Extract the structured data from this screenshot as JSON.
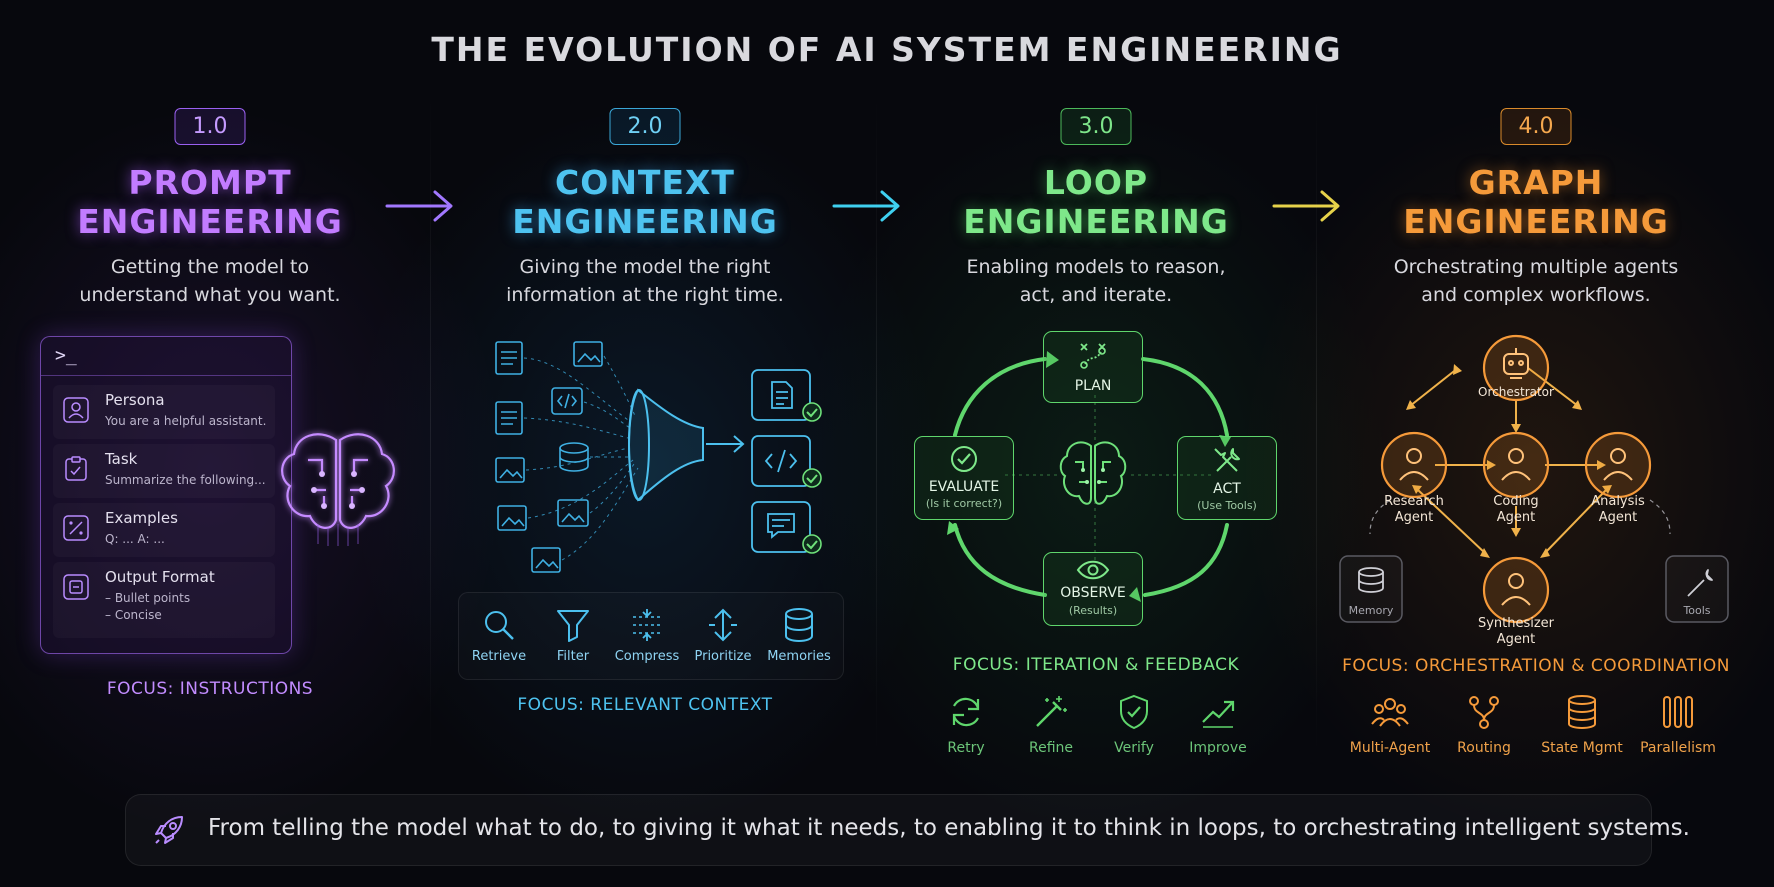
{
  "title": "THE EVOLUTION OF AI SYSTEM ENGINEERING",
  "colors": {
    "purple": "#b477ff",
    "blue": "#4ec3f0",
    "green": "#6ee07a",
    "orange": "#f59a3a"
  },
  "panels": [
    {
      "version": "1.0",
      "name_line1": "PROMPT",
      "name_line2": "ENGINEERING",
      "desc_line1": "Getting the model to",
      "desc_line2": "understand what you want.",
      "focus": "FOCUS: INSTRUCTIONS",
      "terminal_prompt": ">_",
      "rows": [
        {
          "icon": "user-icon",
          "title": "Persona",
          "sub1": "You are a helpful assistant.",
          "sub2": ""
        },
        {
          "icon": "clipboard-icon",
          "title": "Task",
          "sub1": "Summarize the following...",
          "sub2": ""
        },
        {
          "icon": "examples-icon",
          "title": "Examples",
          "sub1": "Q: ...    A: ...",
          "sub2": ""
        },
        {
          "icon": "format-icon",
          "title": "Output Format",
          "sub1": "– Bullet points",
          "sub2": "– Concise"
        }
      ]
    },
    {
      "version": "2.0",
      "name_line1": "CONTEXT",
      "name_line2": "ENGINEERING",
      "desc_line1": "Giving the model the right",
      "desc_line2": "information at the right time.",
      "focus": "FOCUS: RELEVANT CONTEXT",
      "tools": [
        {
          "icon": "search-icon",
          "label": "Retrieve"
        },
        {
          "icon": "filter-icon",
          "label": "Filter"
        },
        {
          "icon": "compress-icon",
          "label": "Compress"
        },
        {
          "icon": "prioritize-icon",
          "label": "Prioritize"
        },
        {
          "icon": "database-icon",
          "label": "Memories"
        }
      ]
    },
    {
      "version": "3.0",
      "name_line1": "LOOP",
      "name_line2": "ENGINEERING",
      "desc_line1": "Enabling models to reason,",
      "desc_line2": "act, and iterate.",
      "focus": "FOCUS: ITERATION & FEEDBACK",
      "loop": {
        "plan": "PLAN",
        "act": "ACT",
        "act_sub": "(Use Tools)",
        "observe": "OBSERVE",
        "observe_sub": "(Results)",
        "evaluate": "EVALUATE",
        "evaluate_sub": "(Is it correct?)"
      },
      "tools": [
        {
          "icon": "retry-icon",
          "label": "Retry"
        },
        {
          "icon": "magic-wand-icon",
          "label": "Refine"
        },
        {
          "icon": "shield-check-icon",
          "label": "Verify"
        },
        {
          "icon": "trend-up-icon",
          "label": "Improve"
        }
      ]
    },
    {
      "version": "4.0",
      "name_line1": "GRAPH",
      "name_line2": "ENGINEERING",
      "desc_line1": "Orchestrating multiple agents",
      "desc_line2": "and complex workflows.",
      "focus": "FOCUS: ORCHESTRATION & COORDINATION",
      "graph": {
        "orchestrator": "Orchestrator",
        "research_1": "Research",
        "research_2": "Agent",
        "coding_1": "Coding",
        "coding_2": "Agent",
        "analysis_1": "Analysis",
        "analysis_2": "Agent",
        "synth_1": "Synthesizer",
        "synth_2": "Agent",
        "memory": "Memory",
        "tools": "Tools"
      },
      "tools": [
        {
          "icon": "multi-agent-icon",
          "label": "Multi-Agent"
        },
        {
          "icon": "routing-icon",
          "label": "Routing"
        },
        {
          "icon": "database-icon",
          "label": "State Mgmt"
        },
        {
          "icon": "parallel-icon",
          "label": "Parallelism"
        }
      ]
    }
  ],
  "summary": "From telling the model what to do, to giving it what it needs, to enabling it to think in loops, to orchestrating intelligent systems."
}
